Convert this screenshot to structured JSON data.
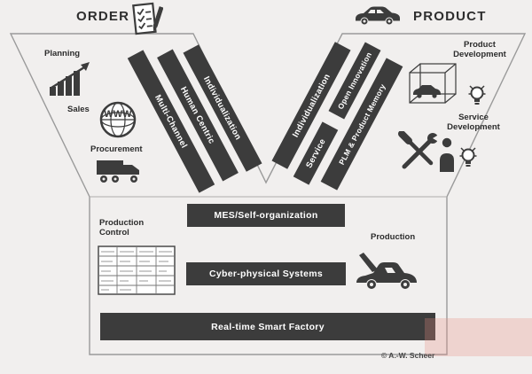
{
  "header": {
    "order_label": "ORDER",
    "product_label": "PRODUCT"
  },
  "order_side": {
    "stripes": [
      {
        "label": "Multi-Channel"
      },
      {
        "label": "Human Centric"
      },
      {
        "label": "Individualization"
      }
    ],
    "items": [
      {
        "label": "Planning"
      },
      {
        "label": "Sales"
      },
      {
        "label": "Procurement"
      }
    ],
    "globe_text": "WWW"
  },
  "product_side": {
    "stripes": [
      {
        "label": "Individualization"
      },
      {
        "label": "Service"
      },
      {
        "label": "Open Innovation"
      },
      {
        "label": "PLM & Product Memory"
      }
    ],
    "items": [
      {
        "label": "Product Development"
      },
      {
        "label": "Service Development"
      }
    ]
  },
  "stem": {
    "bars": [
      {
        "label": "MES/Self-organization"
      },
      {
        "label": "Cyber-physical Systems"
      },
      {
        "label": "Real-time Smart Factory"
      }
    ],
    "production_control_label": "Production Control",
    "production_label": "Production"
  },
  "footer": {
    "credit": "© A.-W. Scheer"
  },
  "colors": {
    "background": "#f1efee",
    "dark": "#3c3c3c",
    "outline": "#9a9a9a",
    "bar_text": "#ffffff"
  }
}
